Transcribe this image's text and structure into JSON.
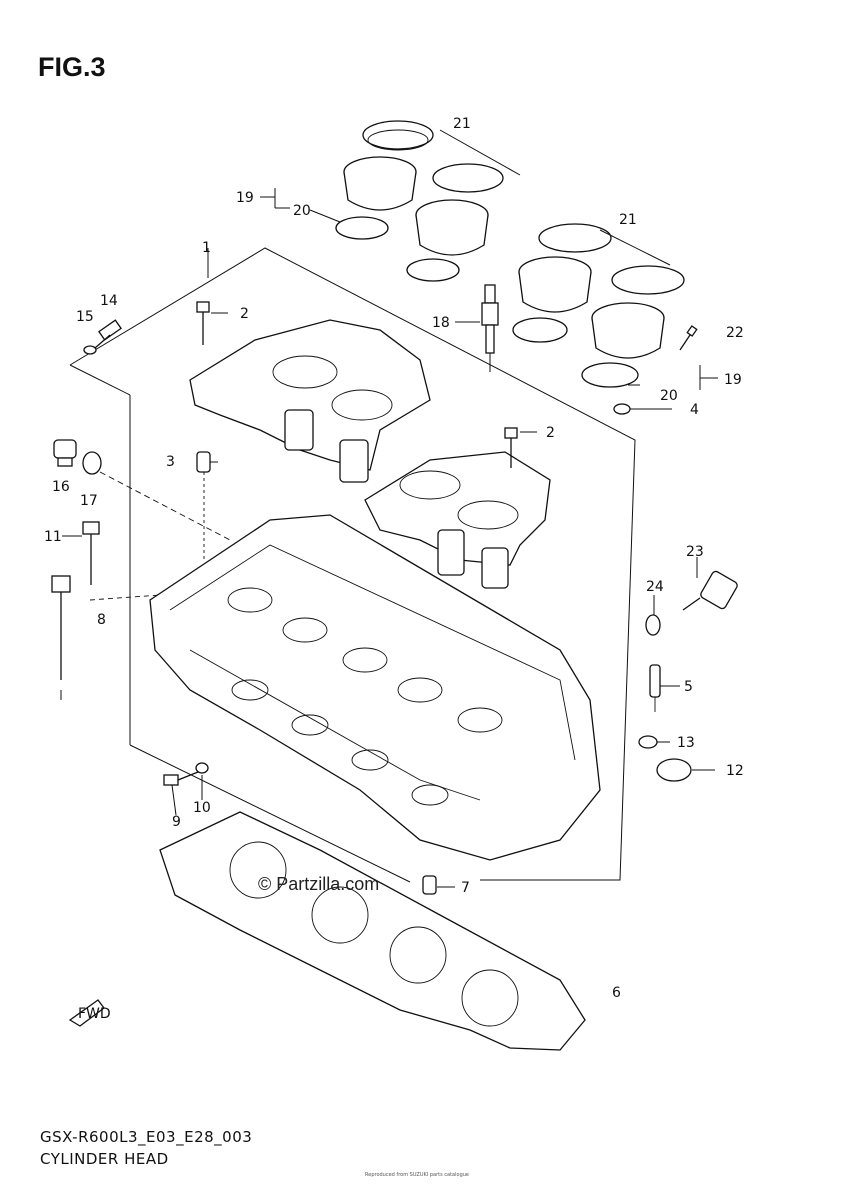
{
  "figure": {
    "title": "FIG.3",
    "model_code": "GSX-R600L3_E03_E28_003",
    "section_name": "CYLINDER HEAD",
    "watermark": "© Partzilla.com",
    "fwd_label": "FWD",
    "tiny_note": "Reproduced from SUZUKI parts catalogue"
  },
  "callouts": [
    {
      "id": "c1",
      "label": "1"
    },
    {
      "id": "c2a",
      "label": "2"
    },
    {
      "id": "c2b",
      "label": "2"
    },
    {
      "id": "c3",
      "label": "3"
    },
    {
      "id": "c4",
      "label": "4"
    },
    {
      "id": "c5",
      "label": "5"
    },
    {
      "id": "c6",
      "label": "6"
    },
    {
      "id": "c7",
      "label": "7"
    },
    {
      "id": "c8",
      "label": "8"
    },
    {
      "id": "c9",
      "label": "9"
    },
    {
      "id": "c10",
      "label": "10"
    },
    {
      "id": "c11",
      "label": "11"
    },
    {
      "id": "c12",
      "label": "12"
    },
    {
      "id": "c13",
      "label": "13"
    },
    {
      "id": "c14",
      "label": "14"
    },
    {
      "id": "c15",
      "label": "15"
    },
    {
      "id": "c16",
      "label": "16"
    },
    {
      "id": "c17",
      "label": "17"
    },
    {
      "id": "c18",
      "label": "18"
    },
    {
      "id": "c19a",
      "label": "19"
    },
    {
      "id": "c19b",
      "label": "19"
    },
    {
      "id": "c20a",
      "label": "20"
    },
    {
      "id": "c20b",
      "label": "20"
    },
    {
      "id": "c21a",
      "label": "21"
    },
    {
      "id": "c21b",
      "label": "21"
    },
    {
      "id": "c22",
      "label": "22"
    },
    {
      "id": "c23",
      "label": "23"
    },
    {
      "id": "c24",
      "label": "24"
    }
  ]
}
